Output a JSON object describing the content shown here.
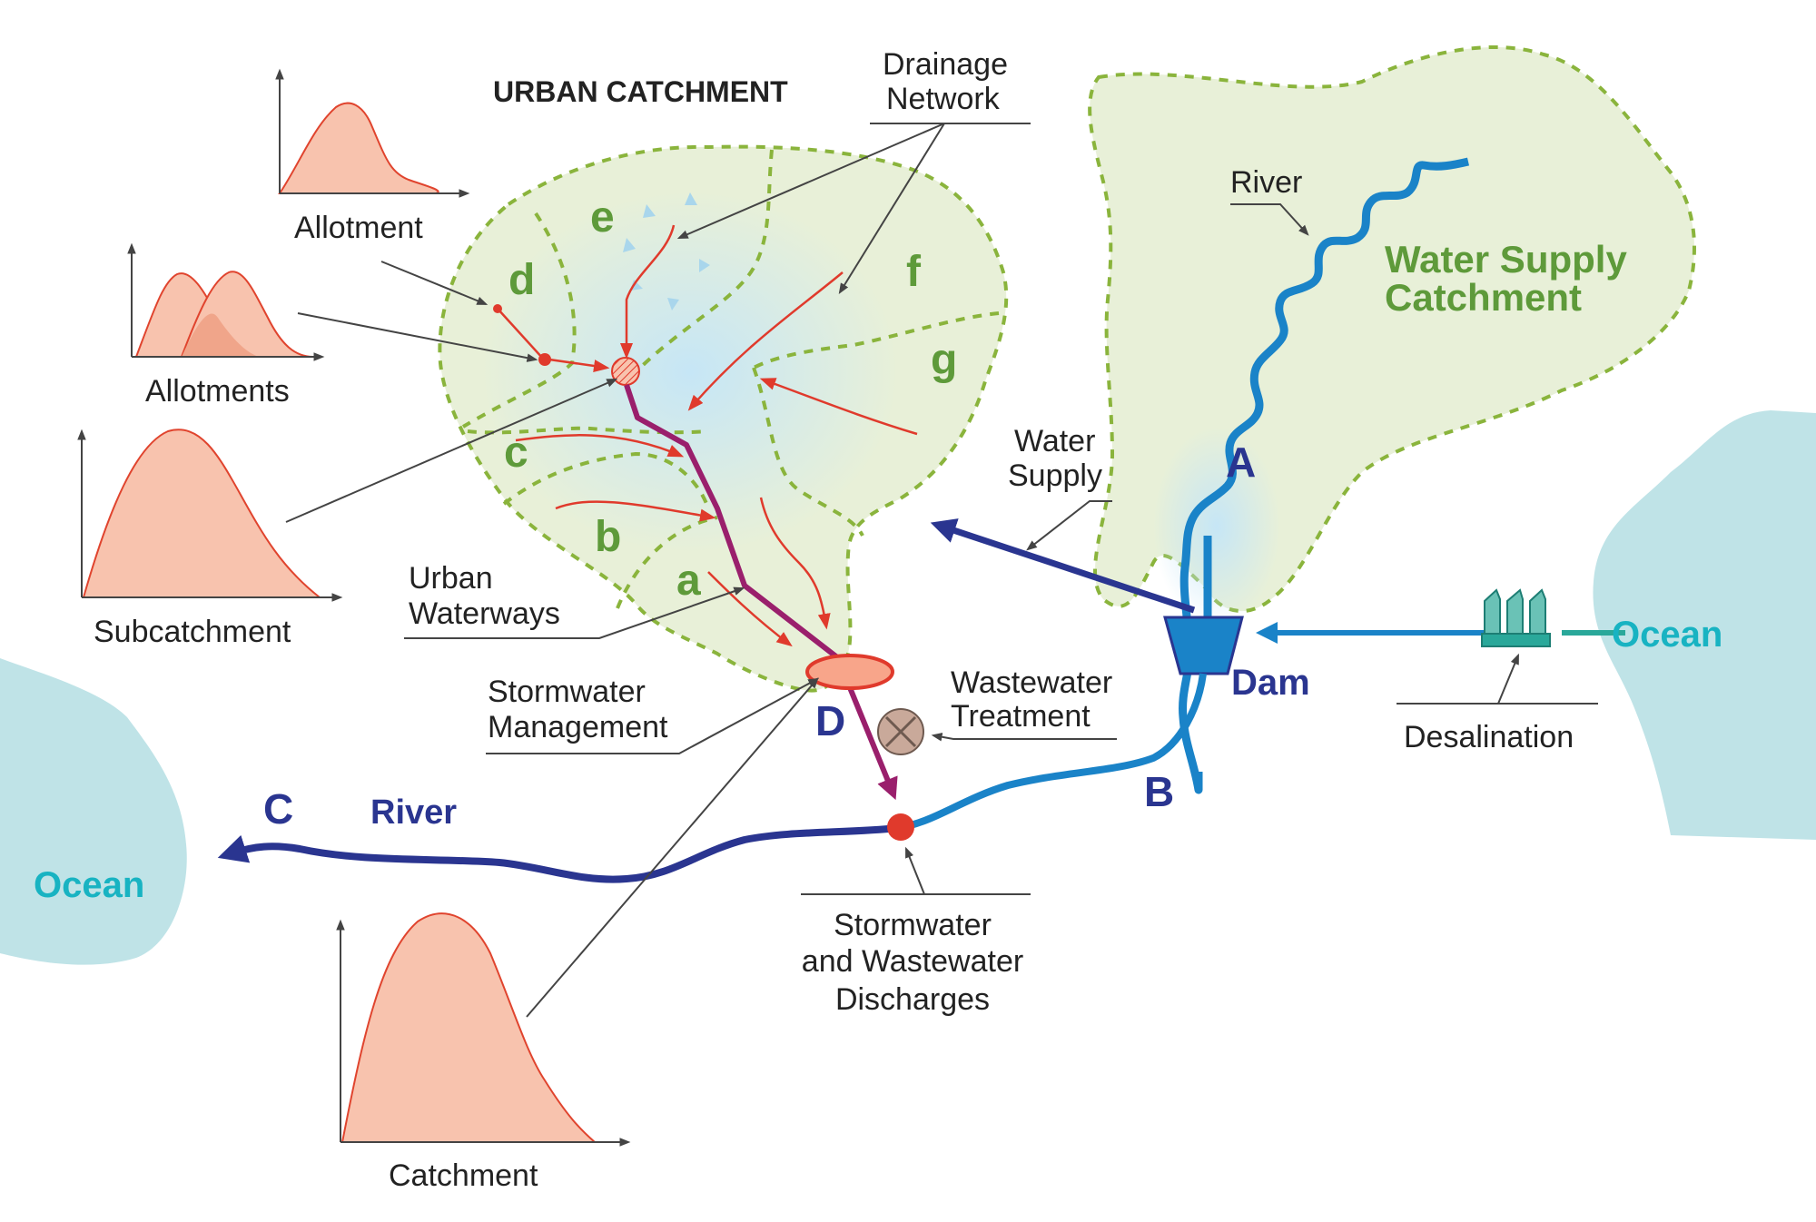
{
  "title": "URBAN CATCHMENT",
  "labels": {
    "drainage_network": [
      "Drainage",
      "Network"
    ],
    "river_top": "River",
    "water_supply_catchment": [
      "Water Supply",
      "Catchment"
    ],
    "water_supply": [
      "Water",
      "Supply"
    ],
    "urban_waterways": [
      "Urban",
      "Waterways"
    ],
    "stormwater_management": [
      "Stormwater",
      "Management"
    ],
    "wastewater_treatment": [
      "Wastewater",
      "Treatment"
    ],
    "dam": "Dam",
    "desalination": "Desalination",
    "river_bottom": "River",
    "stormwater_discharges": [
      "Stormwater",
      "and Wastewater",
      "Discharges"
    ],
    "ocean_left": "Ocean",
    "ocean_right": "Ocean"
  },
  "points": {
    "A": "A",
    "B": "B",
    "C": "C",
    "D": "D"
  },
  "subcatchments": [
    "a",
    "b",
    "c",
    "d",
    "e",
    "f",
    "g"
  ],
  "hydrographs": {
    "allotment": "Allotment",
    "allotments": "Allotments",
    "subcatchment": "Subcatchment",
    "catchment": "Catchment"
  },
  "colors": {
    "catchment_fill": "#e8f0d8",
    "catchment_border": "#8ab43c",
    "hydrograph_fill": "#f8c3ae",
    "hydrograph_line": "#e0442e",
    "drainage_line": "#e03a2c",
    "waterway": "#9a1f6c",
    "river_blue": "#1a83c8",
    "river_dark": "#2a3590",
    "ocean_fill": "#bfe3e7",
    "desal": "#2aa89a"
  }
}
